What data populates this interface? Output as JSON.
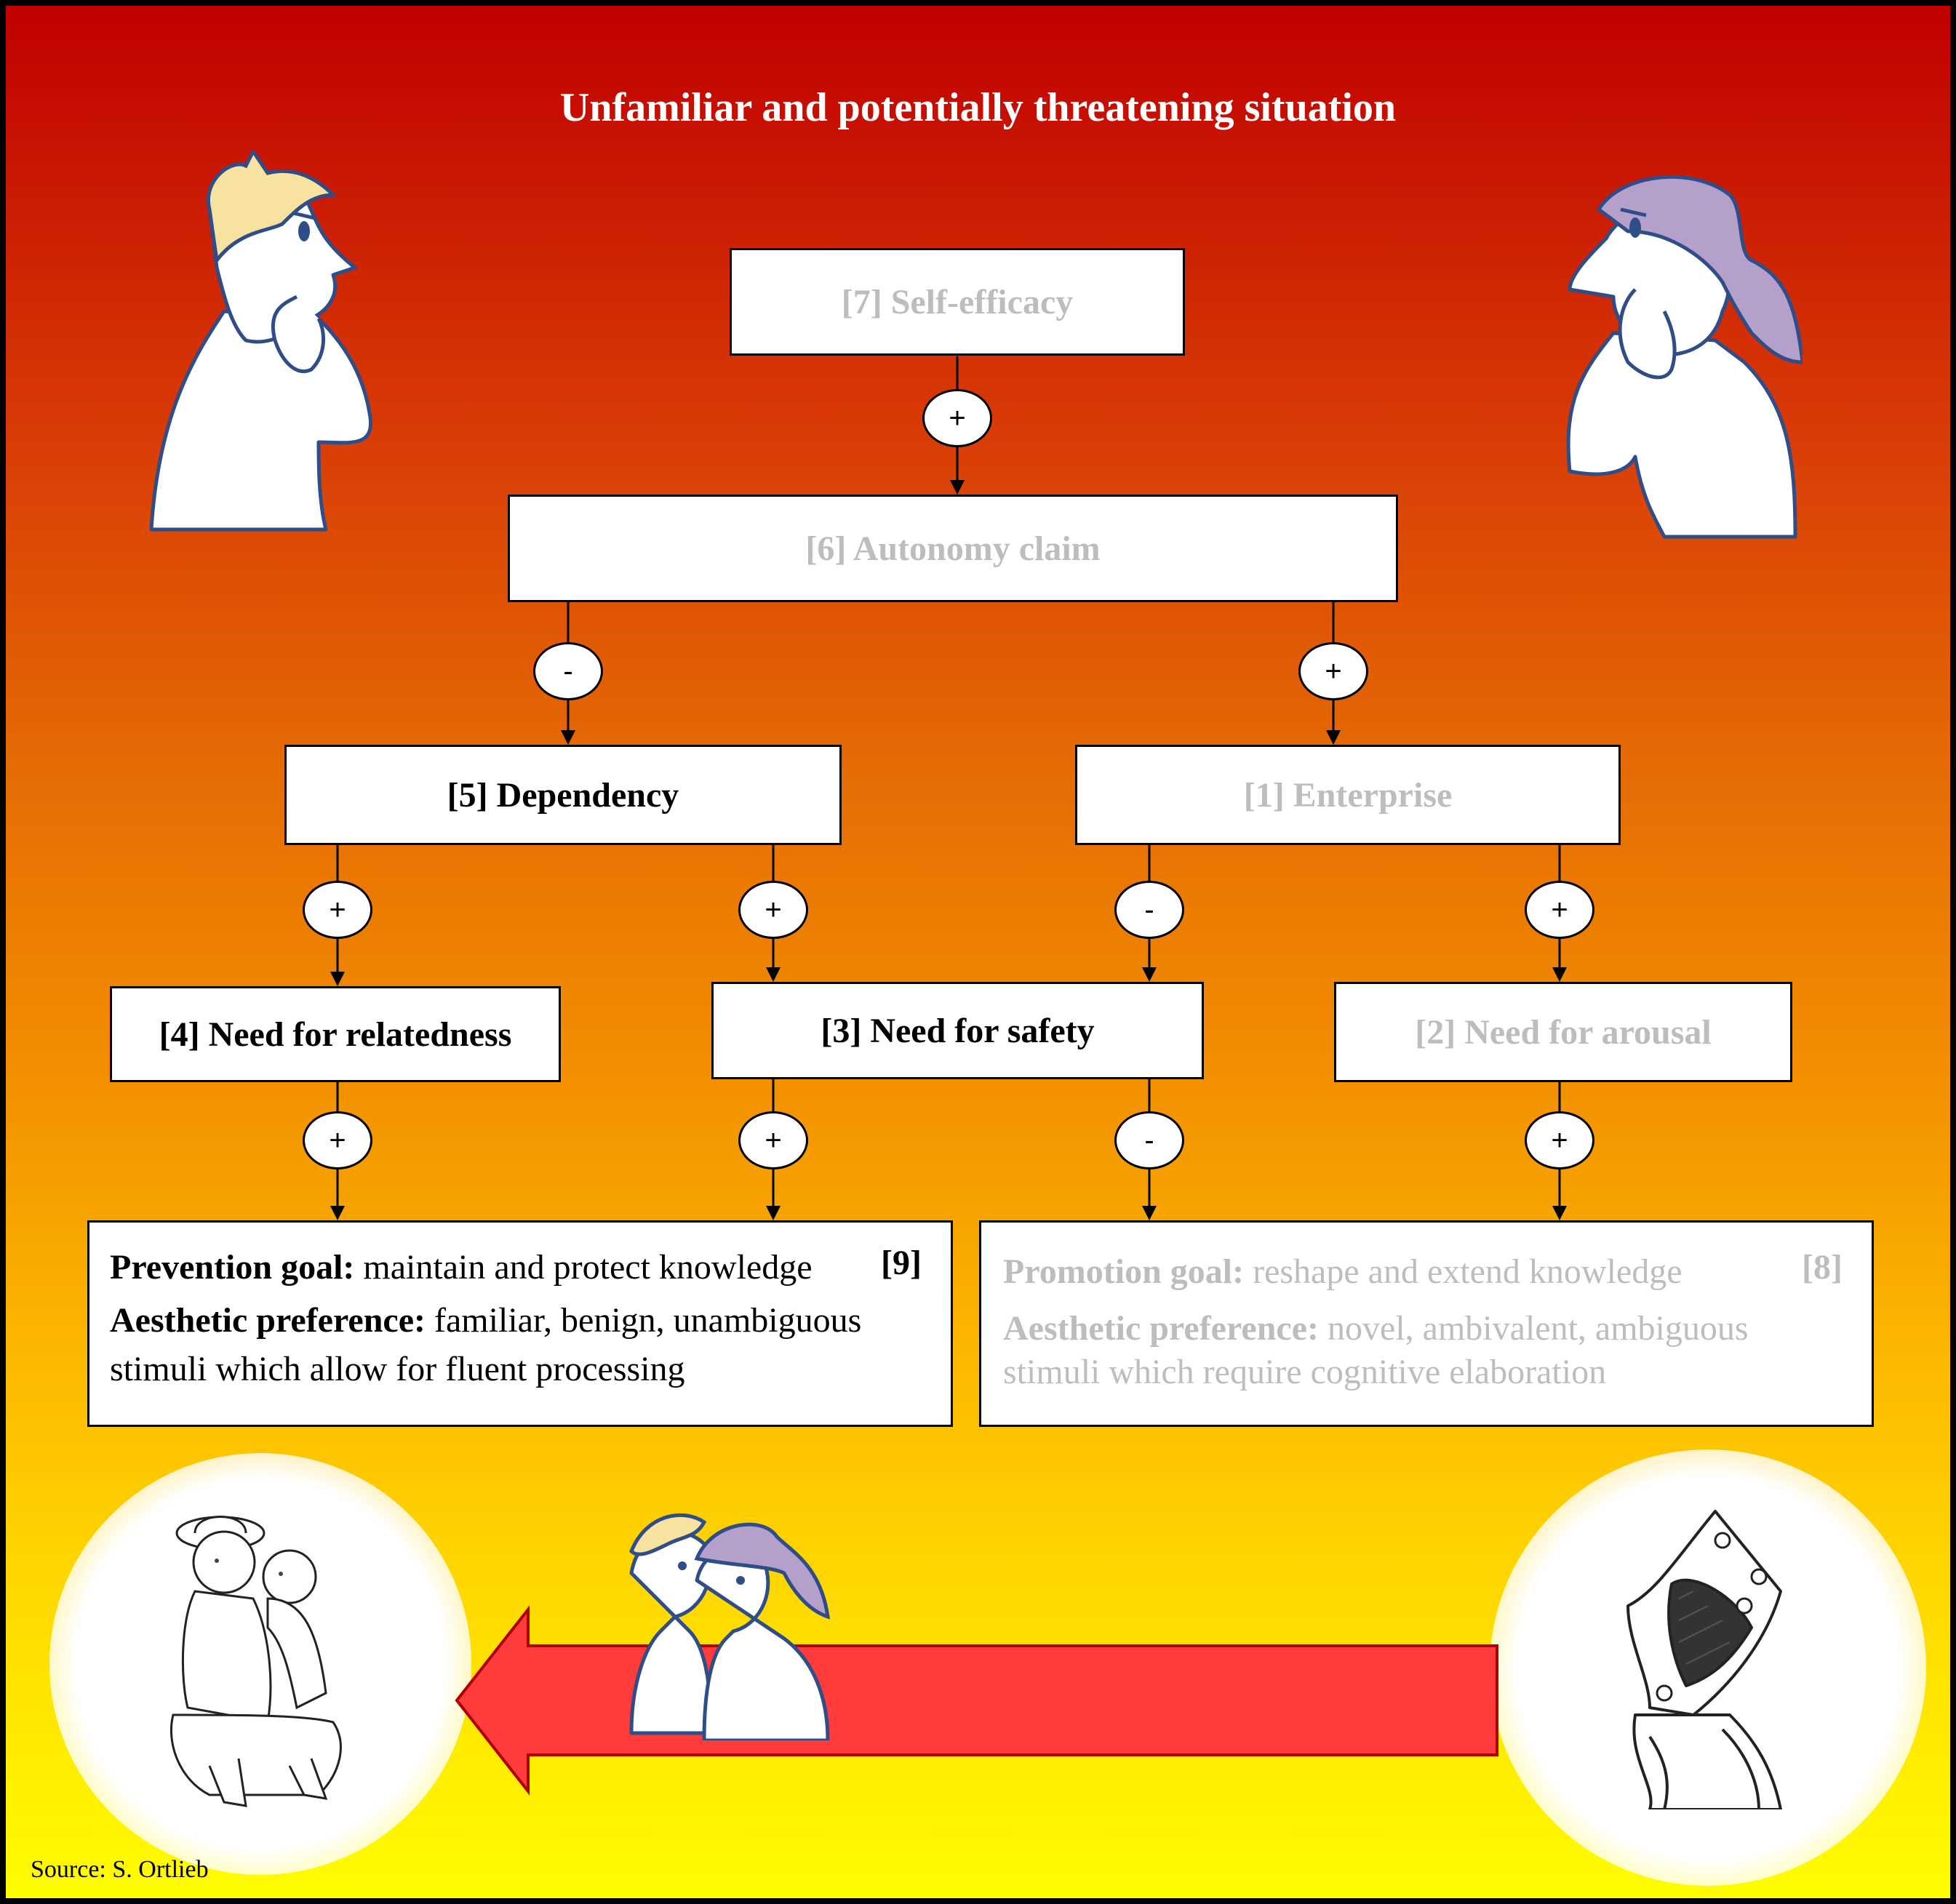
{
  "title": "Unfamiliar  and potentially threatening situation",
  "boxes": {
    "b7": "[7] Self-efficacy",
    "b6": "[6] Autonomy claim",
    "b5": "[5] Dependency",
    "b1": "[1] Enterprise",
    "b4": "[4] Need for relatedness",
    "b3": "[3] Need for safety",
    "b2": "[2] Need for arousal"
  },
  "signs": {
    "s7_6": "+",
    "s6_5": "-",
    "s6_1": "+",
    "s5_4": "+",
    "s5_3": "+",
    "s1_3": "-",
    "s1_2": "+",
    "s4_9": "+",
    "s3_9": "+",
    "s3_8": "-",
    "s2_8": "+"
  },
  "goal9": {
    "num": "[9]",
    "label1": "Prevention goal:",
    "text1": " maintain and protect knowledge",
    "label2": "Aesthetic preference:",
    "text2": " familiar, benign, unambiguous stimuli which allow for fluent processing"
  },
  "goal8": {
    "num": "[8]",
    "label1": "Promotion goal:",
    "text1": " reshape and extend knowledge",
    "label2": "Aesthetic preference:",
    "text2": " novel, ambivalent, ambiguous stimuli which require cognitive elaboration"
  },
  "source": "Source: S. Ortlieb",
  "colors": {
    "grey_text": "#bdbdbd",
    "arrow_red": "#ff3b3b",
    "hair_blond": "#f7e2a0",
    "hair_purple": "#b5a0cc"
  },
  "icons": [
    "man-thinking-icon",
    "woman-thinking-icon",
    "couple-walking-icon",
    "children-hugging-icon",
    "mask-icon",
    "left-arrow-icon"
  ]
}
